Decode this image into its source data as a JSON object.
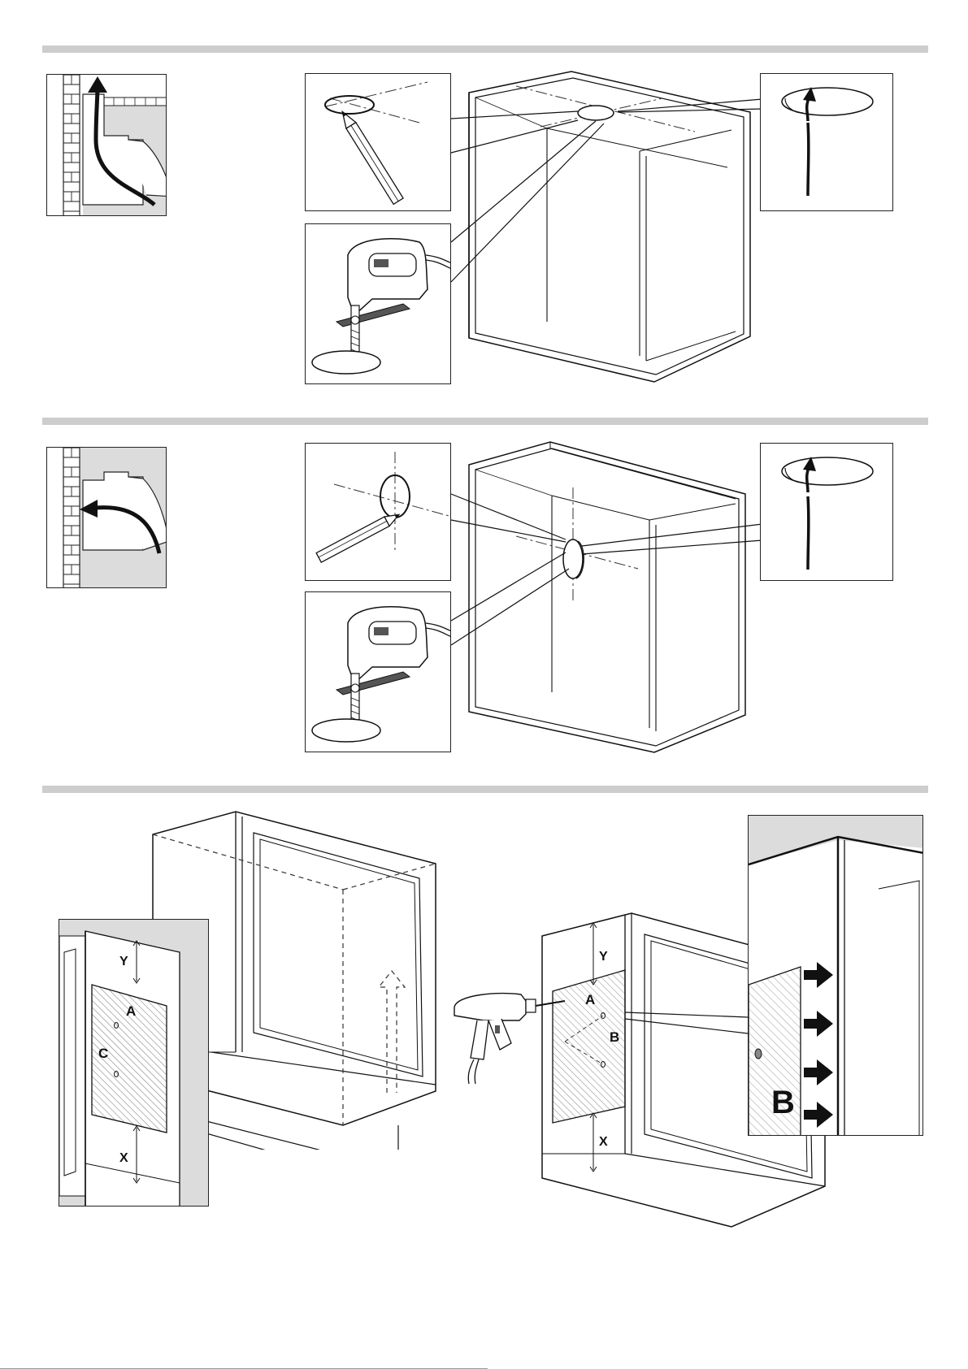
{
  "figure": {
    "labels": {
      "y": "Y",
      "x": "X",
      "a": "A",
      "b": "B",
      "c": "C"
    },
    "icons": [
      "chimney-wall-icon",
      "pencil-icon",
      "jigsaw-icon",
      "cable-hole-icon",
      "drill-icon",
      "arrow-icon"
    ]
  }
}
